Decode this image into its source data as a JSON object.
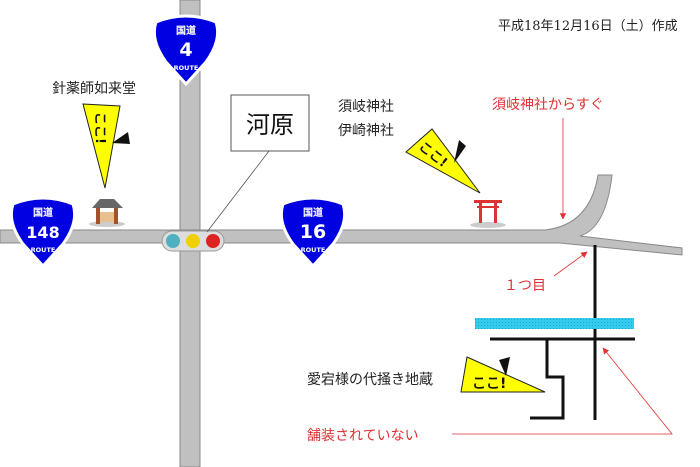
{
  "date_label": "平成18年12月16日（土）作成",
  "area_label": "河原",
  "landmarks": {
    "temple": "針薬師如来堂",
    "shrine_line1": "須岐神社",
    "shrine_line2": "伊崎神社",
    "jizo": "愛宕様の代掻き地蔵"
  },
  "annotations": {
    "near_shrine": "須岐神社からすぐ",
    "first_turn": "１つ目",
    "unpaved": "舗装されていない"
  },
  "routes": [
    {
      "header": "国道",
      "number": "4",
      "footer": "ROUTE"
    },
    {
      "header": "国道",
      "number": "148",
      "footer": "ROUTE"
    },
    {
      "header": "国道",
      "number": "16",
      "footer": "ROUTE"
    }
  ],
  "pennant_text": "ここ!",
  "colors": {
    "route_shield": "#0000e0",
    "road": "#c0c0c0",
    "annotation": "#e03030",
    "pennant": "#ffff00",
    "water": "#33ccee"
  }
}
